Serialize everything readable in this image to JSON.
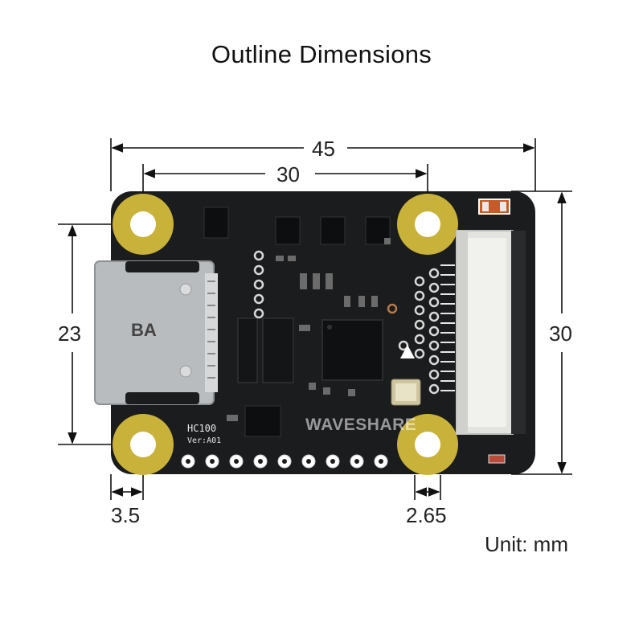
{
  "title": "Outline Dimensions",
  "dimensions": {
    "overall_width": "45",
    "hole_spacing": "30",
    "height_left": "23",
    "height_right": "30",
    "hole_offset_left": "3.5",
    "hole_offset_right": "2.65"
  },
  "unit_label": "Unit: mm",
  "board": {
    "brand": "WAVESHARE",
    "model": "HC100",
    "version": "Ver:A01",
    "hdmi_mark": "BA"
  },
  "colors": {
    "pcb": "#1b1c1e",
    "pad": "#c8b23a",
    "dim_line": "#111111"
  }
}
